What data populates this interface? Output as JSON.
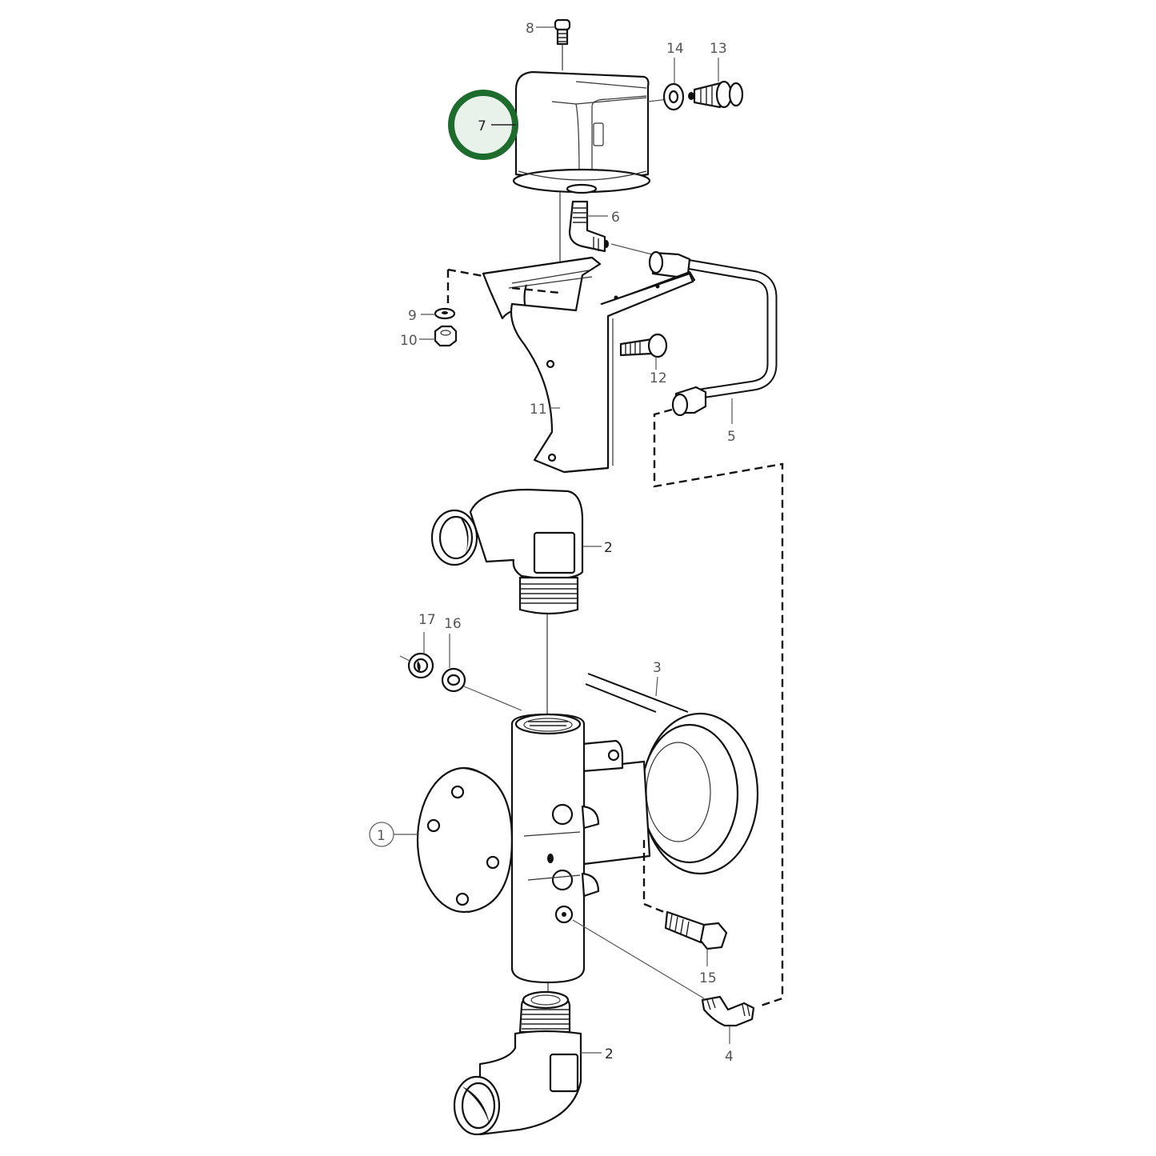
{
  "diagram": {
    "type": "exploded-parts-diagram",
    "subject": "Sea water pump assembly with pressure switch",
    "highlight": {
      "part_number": "7",
      "ring_color": "#1e6b2e",
      "fill_color": "#e8f2ea"
    },
    "callouts": [
      {
        "id": "1",
        "label": "1",
        "circled": true
      },
      {
        "id": "2a",
        "label": "2"
      },
      {
        "id": "2b",
        "label": "2"
      },
      {
        "id": "3",
        "label": "3"
      },
      {
        "id": "4",
        "label": "4"
      },
      {
        "id": "5",
        "label": "5"
      },
      {
        "id": "6",
        "label": "6"
      },
      {
        "id": "7",
        "label": "7",
        "highlighted": true
      },
      {
        "id": "8",
        "label": "8"
      },
      {
        "id": "9",
        "label": "9"
      },
      {
        "id": "10",
        "label": "10"
      },
      {
        "id": "11",
        "label": "11"
      },
      {
        "id": "12",
        "label": "12"
      },
      {
        "id": "13",
        "label": "13"
      },
      {
        "id": "14",
        "label": "14"
      },
      {
        "id": "15",
        "label": "15"
      },
      {
        "id": "16",
        "label": "16"
      },
      {
        "id": "17",
        "label": "17"
      }
    ],
    "parts": [
      {
        "number": "1",
        "name": "pump"
      },
      {
        "number": "2",
        "name": "elbow-fitting"
      },
      {
        "number": "3",
        "name": "drive-belt"
      },
      {
        "number": "4",
        "name": "angle-nipple"
      },
      {
        "number": "5",
        "name": "pipe"
      },
      {
        "number": "6",
        "name": "angle-nipple"
      },
      {
        "number": "7",
        "name": "pressure-switch"
      },
      {
        "number": "8",
        "name": "screw"
      },
      {
        "number": "9",
        "name": "washer"
      },
      {
        "number": "10",
        "name": "nut"
      },
      {
        "number": "11",
        "name": "bracket"
      },
      {
        "number": "12",
        "name": "bolt"
      },
      {
        "number": "13",
        "name": "connector"
      },
      {
        "number": "14",
        "name": "washer"
      },
      {
        "number": "15",
        "name": "bolt"
      },
      {
        "number": "16",
        "name": "washer"
      },
      {
        "number": "17",
        "name": "nut"
      }
    ]
  }
}
